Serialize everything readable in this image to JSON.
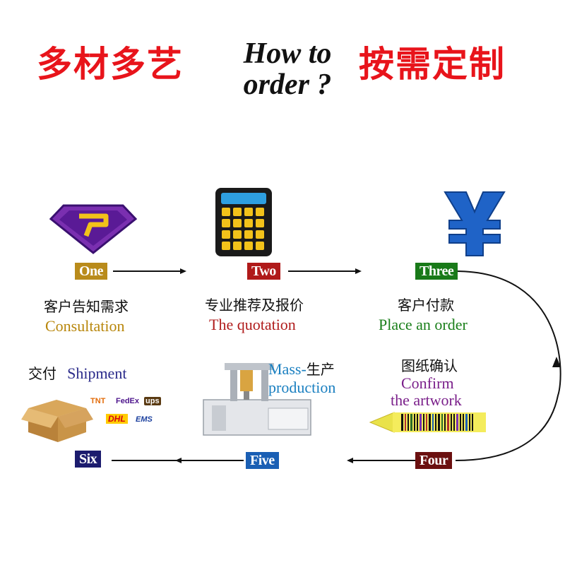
{
  "header": {
    "left_cn": "多材多艺",
    "center_en_line1": "How to",
    "center_en_line2": "order ?",
    "right_cn": "按需定制"
  },
  "steps": [
    {
      "badge": "One",
      "cn": "客户告知需求",
      "en": "Consultation",
      "badge_color": "#b98b1b",
      "en_color": "#b8860b",
      "icon": "diamond-logo-icon"
    },
    {
      "badge": "Two",
      "cn": "专业推荐及报价",
      "en": "The quotation",
      "badge_color": "#b01a1a",
      "en_color": "#b01c1c",
      "icon": "calculator-icon"
    },
    {
      "badge": "Three",
      "cn": "客户付款",
      "en": "Place an order",
      "badge_color": "#197a19",
      "en_color": "#1a7f1a",
      "icon": "yen-icon"
    },
    {
      "badge": "Four",
      "cn": "图纸确认",
      "en_line1": "Confirm",
      "en_line2": "the artwork",
      "badge_color": "#6b1010",
      "en_color": "#7a1f8a",
      "icon": "barcode-pen-icon"
    },
    {
      "badge": "Five",
      "en_line1": "Mass-",
      "cn": "生产",
      "en_line2": "production",
      "badge_color": "#1a5fb4",
      "en_color": "#1a7fc0",
      "icon": "dispensing-machine-icon"
    },
    {
      "badge": "Six",
      "cn": "交付",
      "en": "Shipment",
      "badge_color": "#1c1c6e",
      "en_color": "#2a2a8a",
      "icon": "shipping-box-icon",
      "carriers": [
        "TNT",
        "FedEx",
        "ups",
        "DHL",
        "EMS"
      ]
    }
  ]
}
